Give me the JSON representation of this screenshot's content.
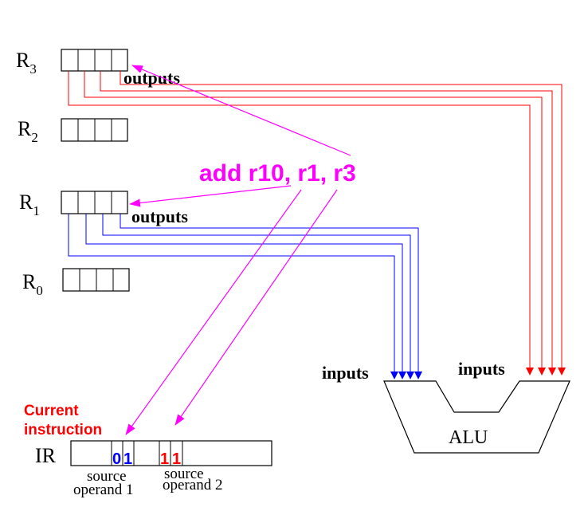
{
  "registers": [
    {
      "name": "R",
      "sub": "3"
    },
    {
      "name": "R",
      "sub": "2"
    },
    {
      "name": "R",
      "sub": "1"
    },
    {
      "name": "R",
      "sub": "0"
    }
  ],
  "labels": {
    "outputs_r3": "outputs",
    "outputs_r1": "outputs",
    "instruction": "add r10, r1, r3",
    "inputs_left": "inputs",
    "inputs_right": "inputs",
    "alu": "ALU",
    "current_line1": "Current",
    "current_line2": "instruction",
    "ir": "IR",
    "bits1_a": "0",
    "bits1_b": "1",
    "bits2_a": "1",
    "bits2_b": "1",
    "src1_line1": "source",
    "src1_line2": "operand 1",
    "src2_line1": "source",
    "src2_line2": "operand 2"
  },
  "colors": {
    "red": "#ff0000",
    "blue": "#0000ff",
    "magenta": "#ff00ff",
    "black": "#000000"
  }
}
